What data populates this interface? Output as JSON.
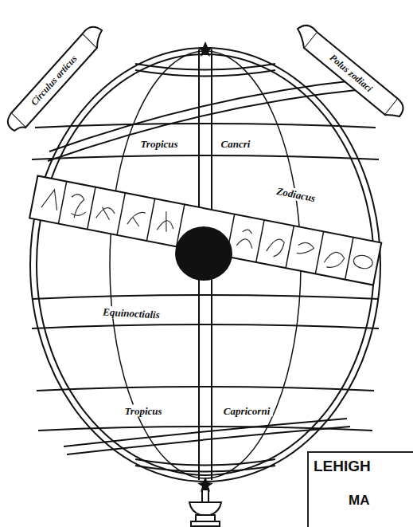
{
  "diagram": {
    "nodes": [
      {
        "text": [
          "LEHIGH",
          "MA"
        ]
      }
    ],
    "labels": [
      "Circulus articus",
      "Polus zodiaci",
      "Tropicus",
      "Cancri",
      "Zodiacus",
      "Equinoctialis",
      "Tropicus",
      "Capricorni"
    ]
  }
}
